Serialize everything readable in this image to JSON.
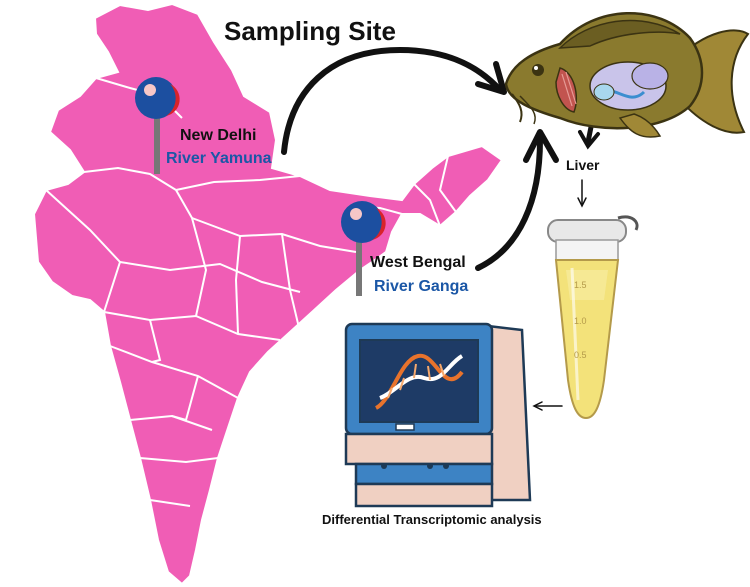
{
  "title": "Sampling Site",
  "sites": [
    {
      "city": "New Delhi",
      "river": "River Yamuna"
    },
    {
      "city": "West Bengal",
      "river": "River Ganga"
    }
  ],
  "organ_label": "Liver",
  "tube_ticks": [
    "1.5",
    "1.0",
    "0.5"
  ],
  "analysis_label": "Differential Transcriptomic analysis",
  "colors": {
    "map_fill": "#f05db5",
    "map_borders": "#ffffff",
    "river_text": "#1b57a6",
    "pin_head": "#1c4fa0",
    "pin_accent": "#d8232a",
    "arrows": "#111111",
    "fish_body": "#8a7a2e",
    "sequencer_screen": "#1d6fb8"
  },
  "icons": [
    "location-pin-icon",
    "fish-icon",
    "microcentrifuge-tube-icon",
    "sequencer-icon",
    "dna-icon"
  ]
}
